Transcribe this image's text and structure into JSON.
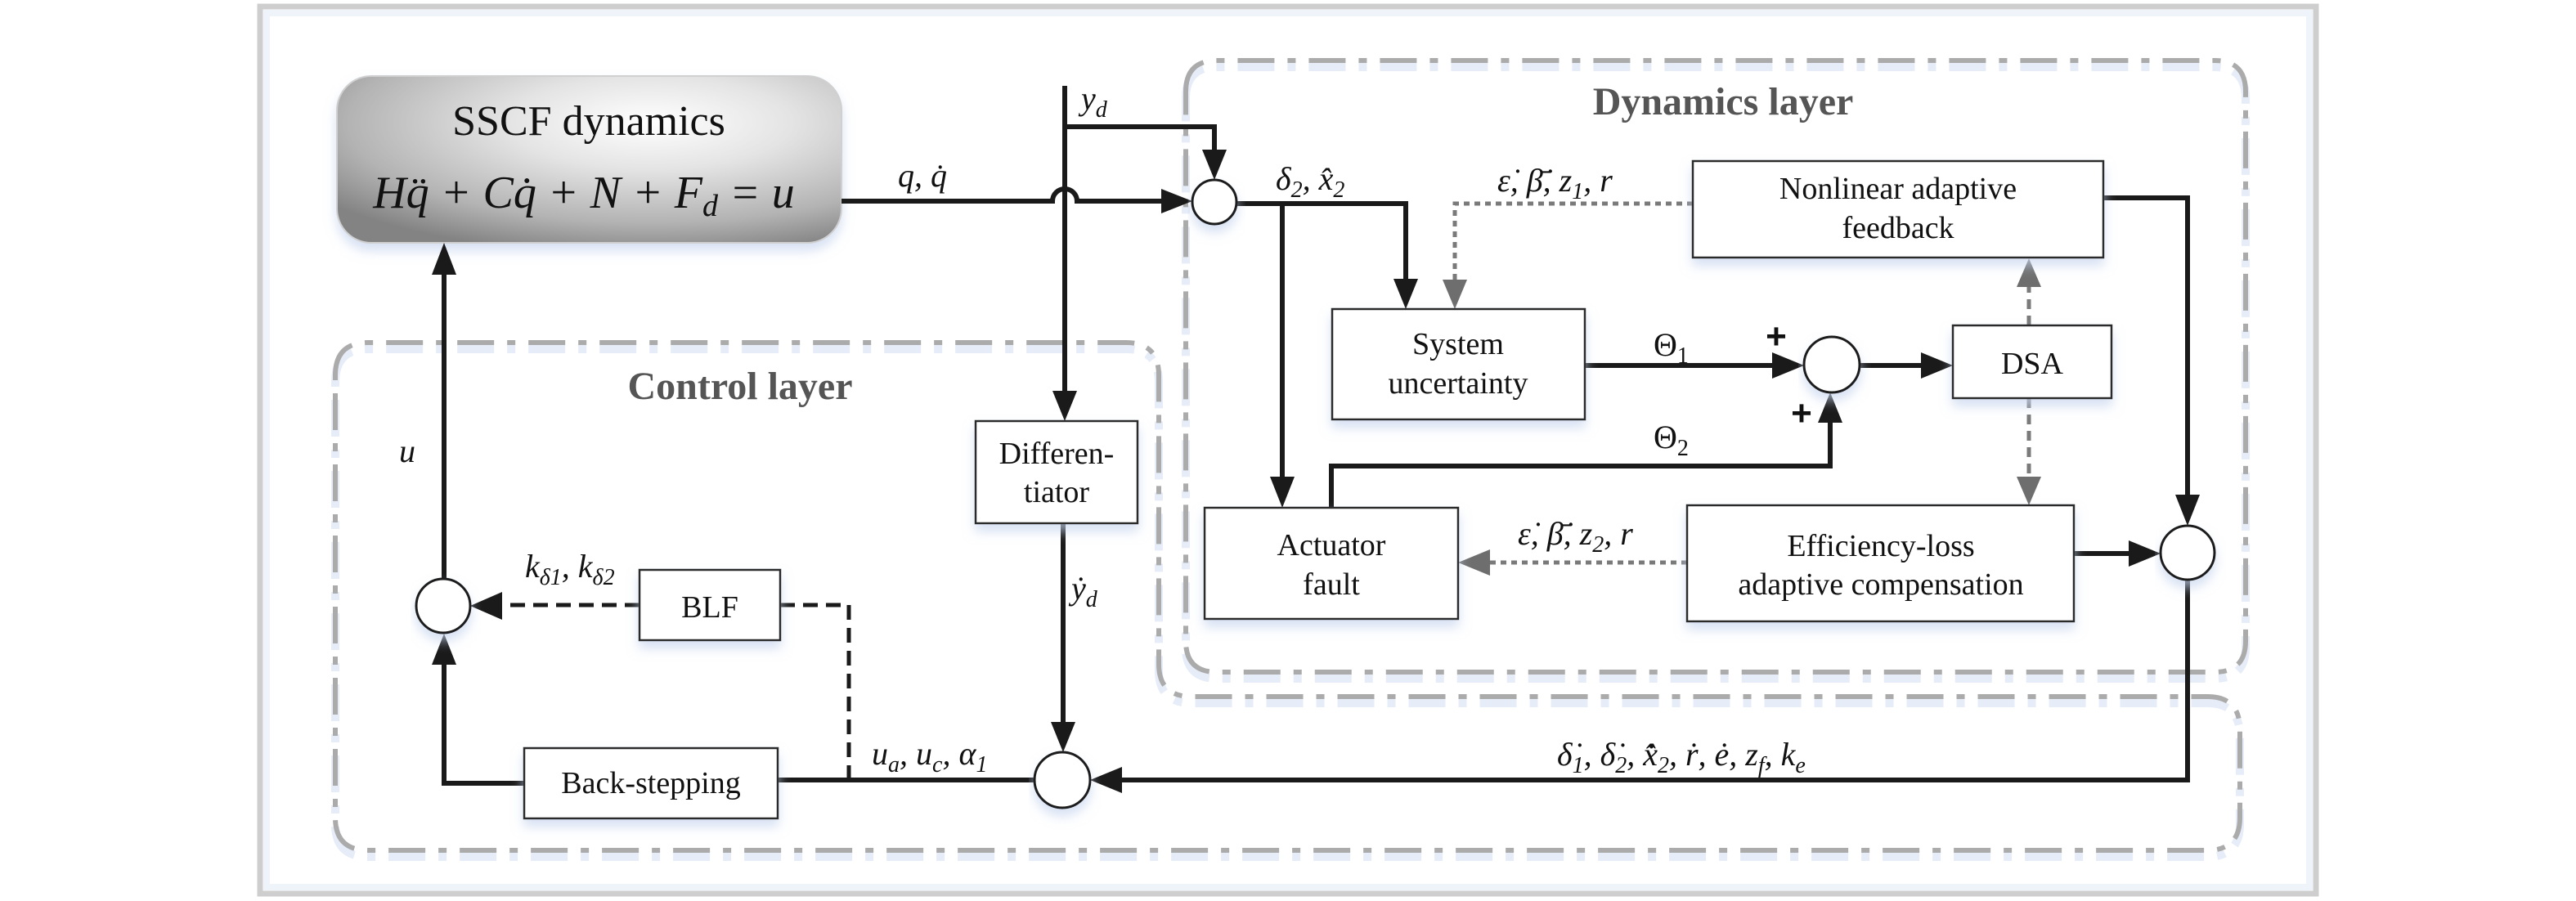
{
  "layers": {
    "dynamics": {
      "title": "Dynamics layer"
    },
    "control": {
      "title": "Control layer"
    }
  },
  "blocks": {
    "sscf": {
      "title": "SSCF dynamics",
      "equation": [
        {
          "text": "Hq̈ + Cq̇ + N + F"
        },
        {
          "text": "d",
          "sub": true
        },
        {
          "text": " = u"
        }
      ]
    },
    "nonlinear_feedback": {
      "lines": [
        "Nonlinear adaptive",
        "feedback"
      ]
    },
    "system_uncertainty": {
      "lines": [
        "System",
        "uncertainty"
      ]
    },
    "dsa": {
      "lines": [
        "DSA"
      ]
    },
    "actuator_fault": {
      "lines": [
        "Actuator",
        "fault"
      ]
    },
    "efficiency_loss": {
      "lines": [
        "Efficiency-loss",
        "adaptive compensation"
      ]
    },
    "differentiator": {
      "lines": [
        "Differen-",
        "tiator"
      ]
    },
    "blf": {
      "lines": [
        "BLF"
      ]
    },
    "backstepping": {
      "lines": [
        "Back-stepping"
      ]
    }
  },
  "signals": {
    "q_qdot": [
      {
        "text": "q, q̇"
      }
    ],
    "y_d": [
      {
        "text": "y"
      },
      {
        "text": "d",
        "sub": true
      }
    ],
    "delta2_xhat2": [
      {
        "text": "δ"
      },
      {
        "text": "2",
        "sub": true
      },
      {
        "text": ", x̂"
      },
      {
        "text": "2",
        "sub": true
      }
    ],
    "feedback_to_uncertainty": [
      {
        "text": "ε̇, β̄̇, z"
      },
      {
        "text": "1",
        "sub": true
      },
      {
        "text": ", r"
      }
    ],
    "theta1": [
      {
        "text": "Θ"
      },
      {
        "text": "1",
        "sub": true
      }
    ],
    "theta2": [
      {
        "text": "Θ"
      },
      {
        "text": "2",
        "sub": true
      }
    ],
    "feedback_to_actuator": [
      {
        "text": "ε̇, β̄̇, z"
      },
      {
        "text": "2",
        "sub": true
      },
      {
        "text": ", r"
      }
    ],
    "u": [
      {
        "text": "u"
      }
    ],
    "k_delta": [
      {
        "text": "k"
      },
      {
        "text": "δ1",
        "sub": true
      },
      {
        "text": ", k"
      },
      {
        "text": "δ2",
        "sub": true
      }
    ],
    "ydot_d": [
      {
        "text": "ẏ"
      },
      {
        "text": "d",
        "sub": true
      }
    ],
    "ua_uc_alpha1": [
      {
        "text": "u"
      },
      {
        "text": "a",
        "sub": true
      },
      {
        "text": ", u"
      },
      {
        "text": "c",
        "sub": true
      },
      {
        "text": ", α"
      },
      {
        "text": "1",
        "sub": true
      }
    ],
    "state_feedback": [
      {
        "text": "δ̇"
      },
      {
        "text": "1",
        "sub": true
      },
      {
        "text": ", δ̇"
      },
      {
        "text": "2",
        "sub": true
      },
      {
        "text": ", x̂̇"
      },
      {
        "text": "2",
        "sub": true
      },
      {
        "text": ", ṙ, ė, z"
      },
      {
        "text": "f",
        "sub": true
      },
      {
        "text": ", k"
      },
      {
        "text": "e",
        "sub": true
      }
    ]
  },
  "junction_signs": {
    "theta1_sign": "+",
    "theta2_sign": "+"
  },
  "connections": [
    {
      "from": "SSCF dynamics",
      "to": "junction-1",
      "signal": "q_qdot",
      "style": "solid"
    },
    {
      "from": "y_d",
      "to": "junction-1",
      "signal": "y_d",
      "style": "solid"
    },
    {
      "from": "y_d",
      "to": "Differentiator",
      "style": "solid"
    },
    {
      "from": "junction-1",
      "to": "System uncertainty",
      "signal": "delta2_xhat2",
      "style": "solid"
    },
    {
      "from": "junction-1",
      "to": "Actuator fault",
      "style": "solid"
    },
    {
      "from": "Nonlinear adaptive feedback",
      "to": "System uncertainty",
      "signal": "feedback_to_uncertainty",
      "style": "dotted"
    },
    {
      "from": "System uncertainty",
      "to": "junction-2",
      "signal": "theta1",
      "style": "solid"
    },
    {
      "from": "Actuator fault",
      "to": "junction-2",
      "signal": "theta2",
      "style": "solid"
    },
    {
      "from": "junction-2",
      "to": "DSA",
      "style": "solid"
    },
    {
      "from": "DSA",
      "to": "Nonlinear adaptive feedback",
      "style": "dashed"
    },
    {
      "from": "DSA",
      "to": "Efficiency-loss adaptive compensation",
      "style": "dashed"
    },
    {
      "from": "Efficiency-loss adaptive compensation",
      "to": "Actuator fault",
      "signal": "feedback_to_actuator",
      "style": "dotted"
    },
    {
      "from": "Nonlinear adaptive feedback",
      "to": "junction-3",
      "style": "solid"
    },
    {
      "from": "Efficiency-loss adaptive compensation",
      "to": "junction-3",
      "style": "solid"
    },
    {
      "from": "junction-3",
      "to": "junction-5",
      "signal": "state_feedback",
      "style": "solid"
    },
    {
      "from": "Differentiator",
      "to": "junction-5",
      "signal": "ydot_d",
      "style": "solid"
    },
    {
      "from": "junction-5",
      "to": "Back-stepping",
      "signal": "ua_uc_alpha1",
      "style": "solid"
    },
    {
      "from": "junction-5",
      "to": "BLF",
      "style": "dashed"
    },
    {
      "from": "BLF",
      "to": "junction-4",
      "signal": "k_delta",
      "style": "dashed"
    },
    {
      "from": "Back-stepping",
      "to": "junction-4",
      "style": "solid"
    },
    {
      "from": "junction-4",
      "to": "SSCF dynamics",
      "signal": "u",
      "style": "solid"
    }
  ],
  "colors": {
    "wire": "#1a1a1a",
    "adaptive_wire": "#7a7a7a",
    "layer_border": "#ababab",
    "layer_title": "#555555",
    "frame": "#cecece"
  }
}
